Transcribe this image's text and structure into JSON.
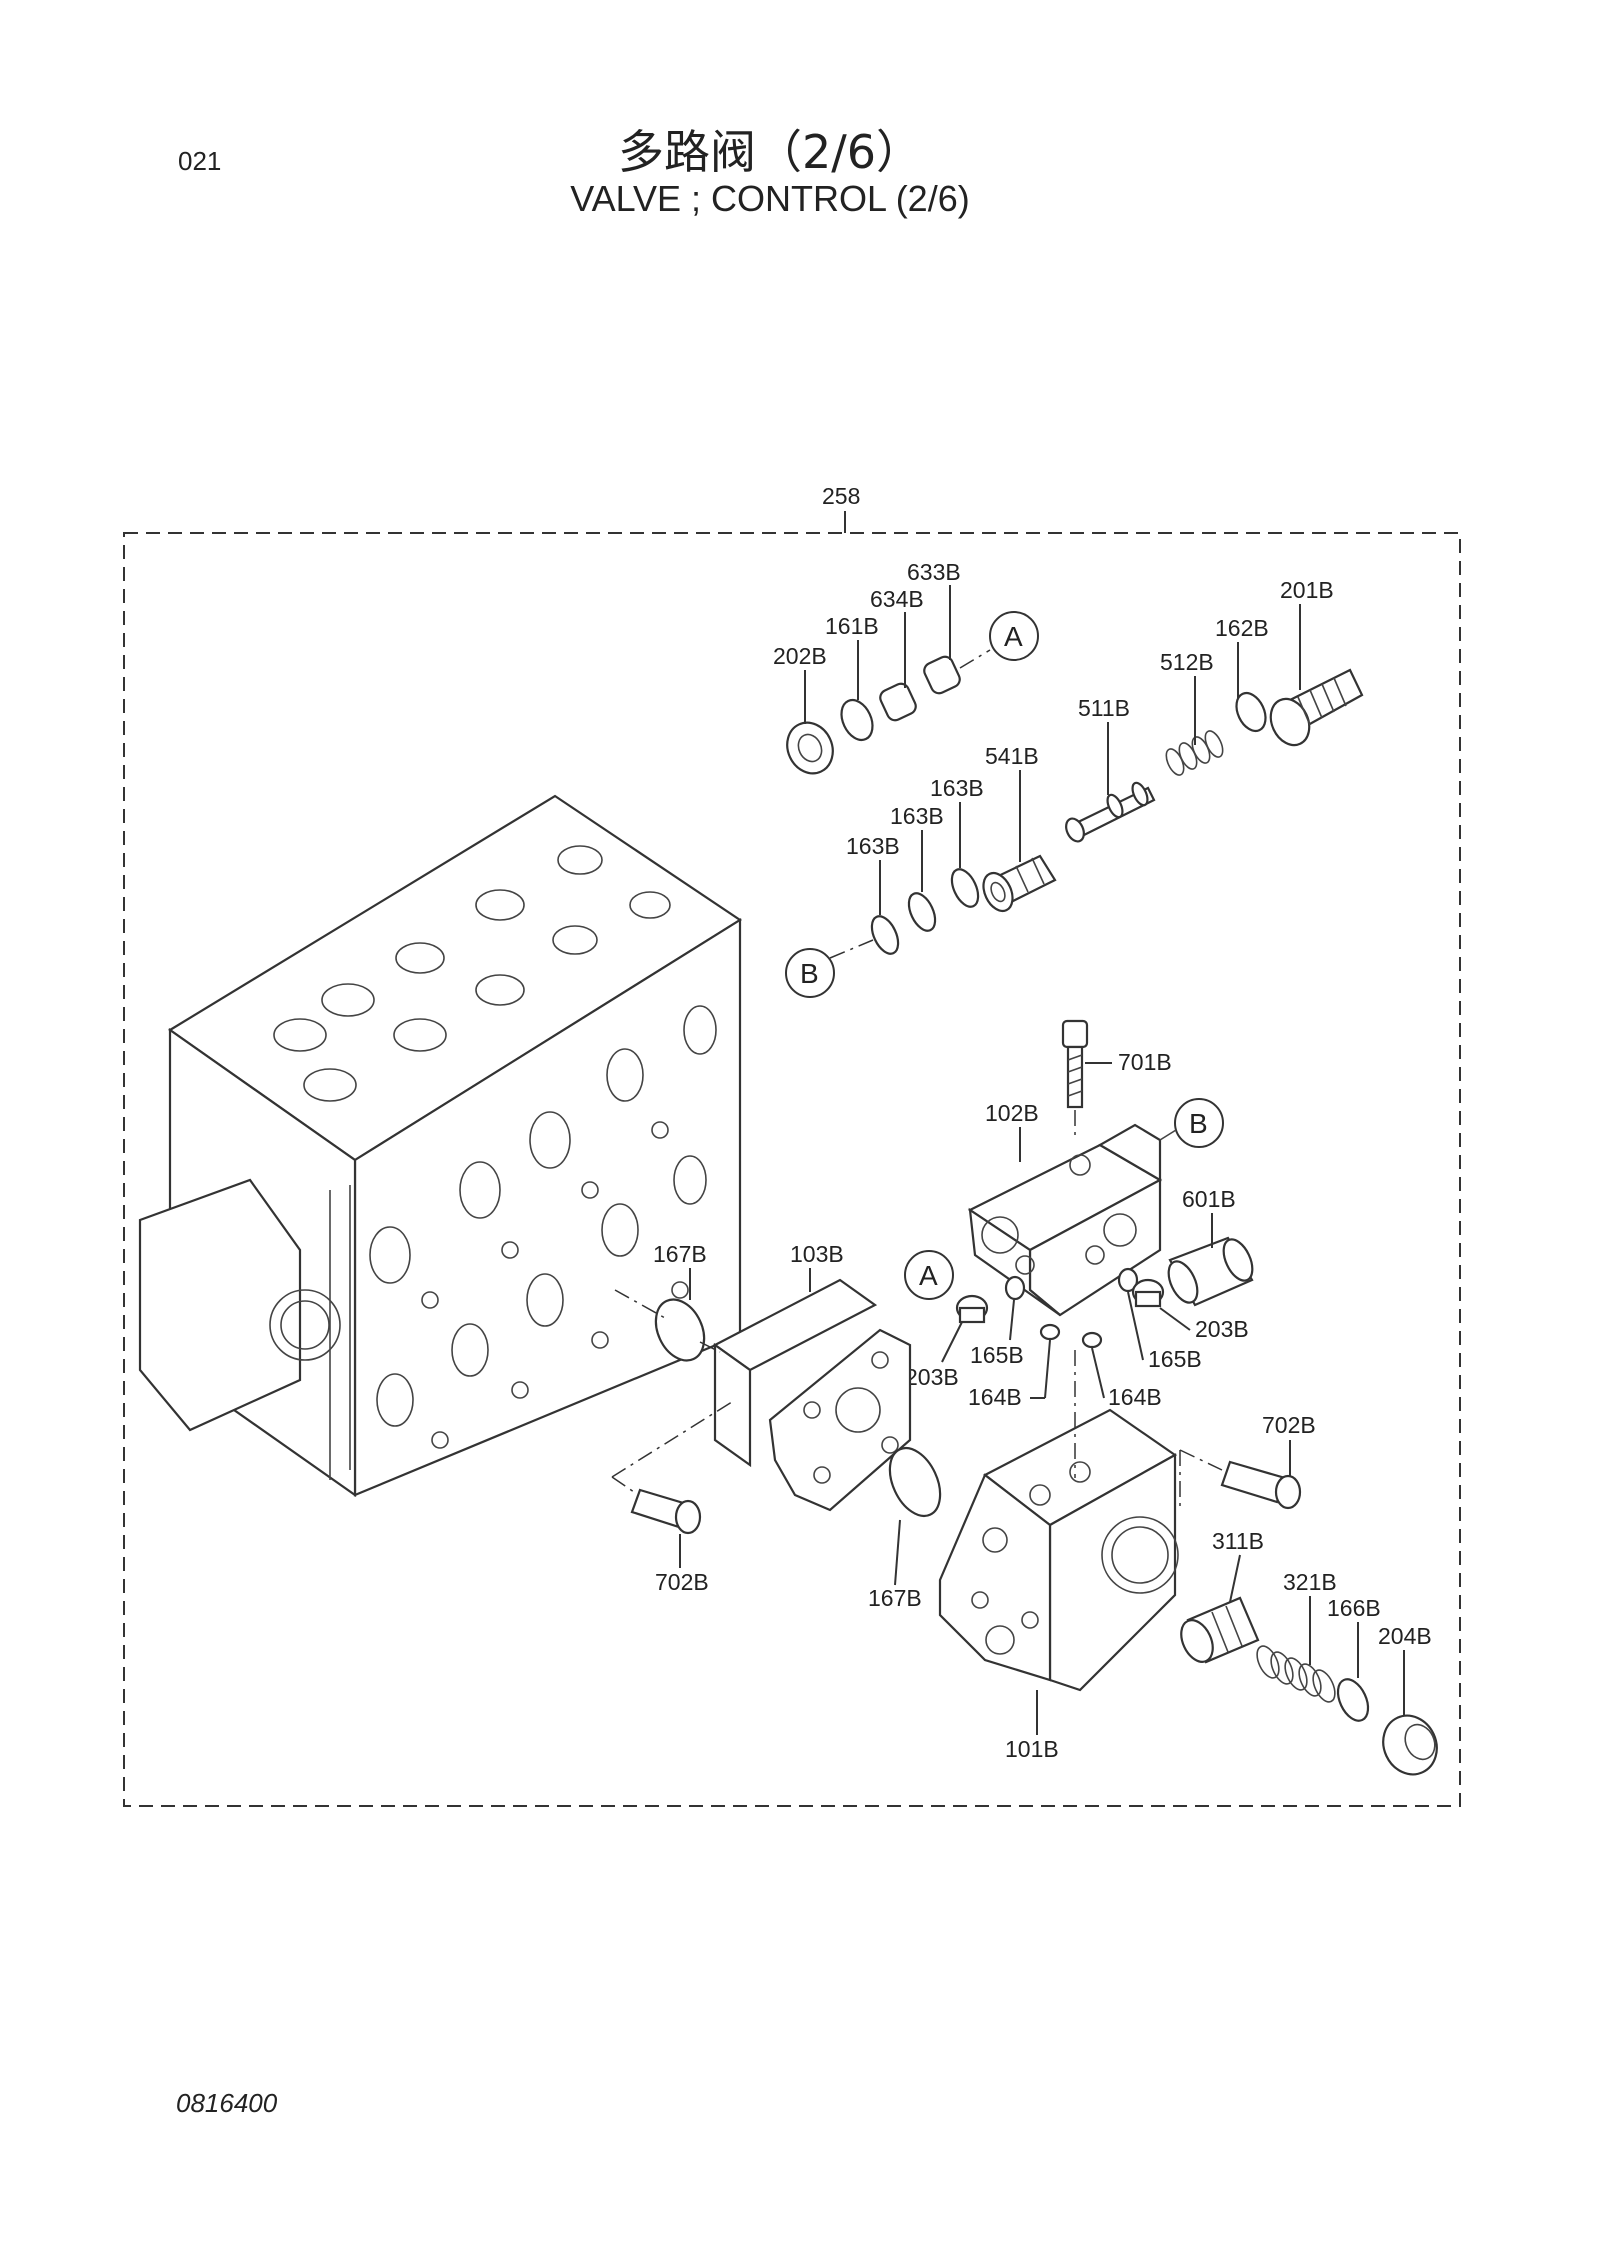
{
  "header": {
    "page_number": "021",
    "title_cn": "多路阀（2/6）",
    "title_en": "VALVE ; CONTROL (2/6)"
  },
  "footer": {
    "drawing_number": "0816400"
  },
  "assembly": {
    "label": "258"
  },
  "references": {
    "a": "A",
    "b": "B"
  },
  "parts": {
    "p633b": "633B",
    "p634b": "634B",
    "p161b": "161B",
    "p202b": "202B",
    "p201b": "201B",
    "p162b": "162B",
    "p512b": "512B",
    "p511b": "511B",
    "p541b": "541B",
    "p163b_1": "163B",
    "p163b_2": "163B",
    "p163b_3": "163B",
    "p701b": "701B",
    "p102b": "102B",
    "p601b": "601B",
    "p167b_1": "167B",
    "p103b": "103B",
    "p203b_1": "203B",
    "p165b_1": "165B",
    "p164b_1": "164B",
    "p164b_2": "164B",
    "p165b_2": "165B",
    "p203b_2": "203B",
    "p702b_1": "702B",
    "p702b_2": "702B",
    "p167b_2": "167B",
    "p311b": "311B",
    "p321b": "321B",
    "p166b": "166B",
    "p204b": "204B",
    "p101b": "101B"
  }
}
